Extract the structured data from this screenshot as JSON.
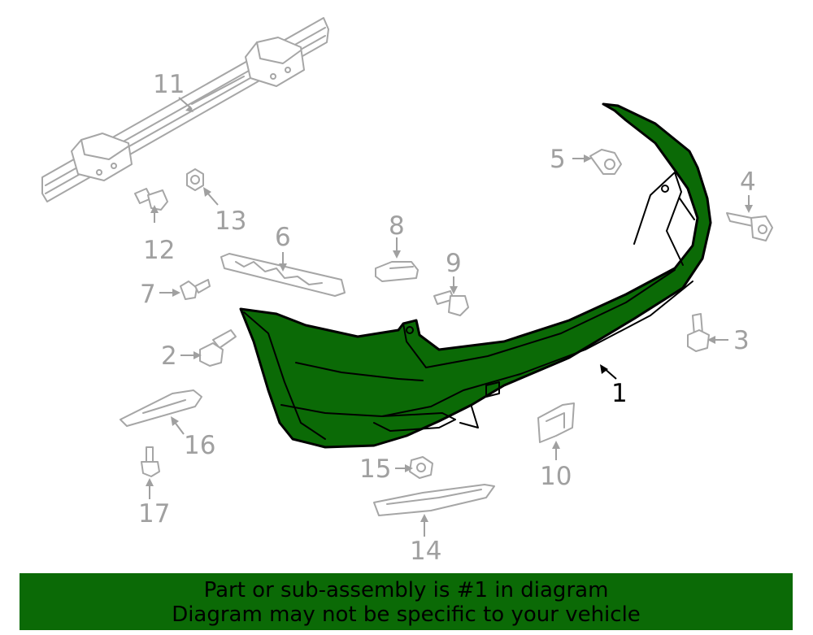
{
  "callouts": {
    "c1": "1",
    "c2": "2",
    "c3": "3",
    "c4": "4",
    "c5": "5",
    "c6": "6",
    "c7": "7",
    "c8": "8",
    "c9": "9",
    "c10": "10",
    "c11": "11",
    "c12": "12",
    "c13": "13",
    "c14": "14",
    "c15": "15",
    "c16": "16",
    "c17": "17"
  },
  "banner": {
    "line1": "Part or sub-assembly is #1 in diagram",
    "line2": "Diagram may not be specific to your vehicle"
  },
  "colors": {
    "highlight": "#0b6a06",
    "part_outline": "#a6a6a6",
    "callout_text": "#a0a0a0"
  }
}
